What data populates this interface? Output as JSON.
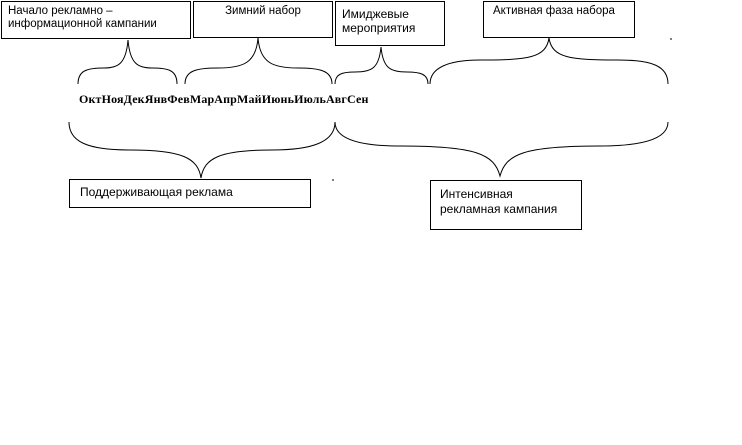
{
  "labels": {
    "start_campaign": "Начало рекламно –\nинформационной кампании",
    "winter_recruitment": "Зимний набор",
    "image_events": "Имиджевые\nмероприятия",
    "active_phase": "Активная фаза набора",
    "support_ads": "Поддерживающая реклама",
    "intensive_campaign": "Интенсивная\nрекламная кампания"
  },
  "months": [
    "Окт",
    "Ноя",
    "Дек",
    "Янв",
    "Фев",
    "Мар",
    "Апр",
    "Май",
    "Июнь",
    "Июль",
    "Авг",
    "Сен"
  ],
  "colors": {
    "stroke": "#000000",
    "background": "#ffffff"
  }
}
